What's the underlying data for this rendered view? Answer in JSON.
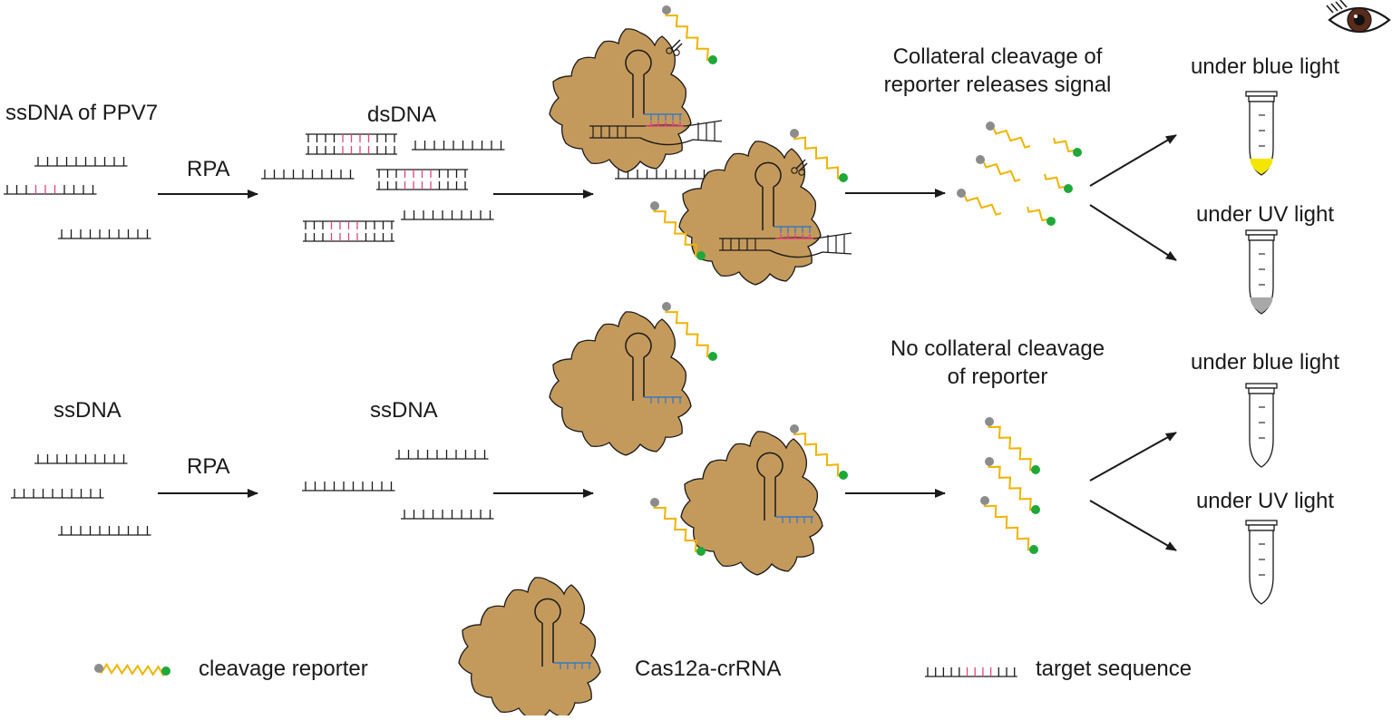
{
  "top_row": {
    "input_label": "ssDNA of PPV7",
    "rpa_label": "RPA",
    "product_label": "dsDNA",
    "result_label_line1": "Collateral cleavage of",
    "result_label_line2": "reporter releases signal",
    "readout_blue": "under blue light",
    "readout_uv": "under UV light"
  },
  "bottom_row": {
    "input_label": "ssDNA",
    "rpa_label": "RPA",
    "product_label": "ssDNA",
    "result_label_line1": "No collateral cleavage",
    "result_label_line2": "of reporter",
    "readout_blue": "under blue light",
    "readout_uv": "under UV light"
  },
  "legend": {
    "reporter": "cleavage reporter",
    "cas": "Cas12a-crRNA",
    "target": "target sequence"
  },
  "colors": {
    "protein": "#c49a5c",
    "reporter_line": "#f0b400",
    "quencher": "#8c8c8c",
    "fluorophore": "#1fa83a",
    "target": "#e0457a",
    "crRNA": "#3a78c2",
    "tube_yellow": "#f5e600",
    "tube_gray": "#a8a8a8"
  }
}
